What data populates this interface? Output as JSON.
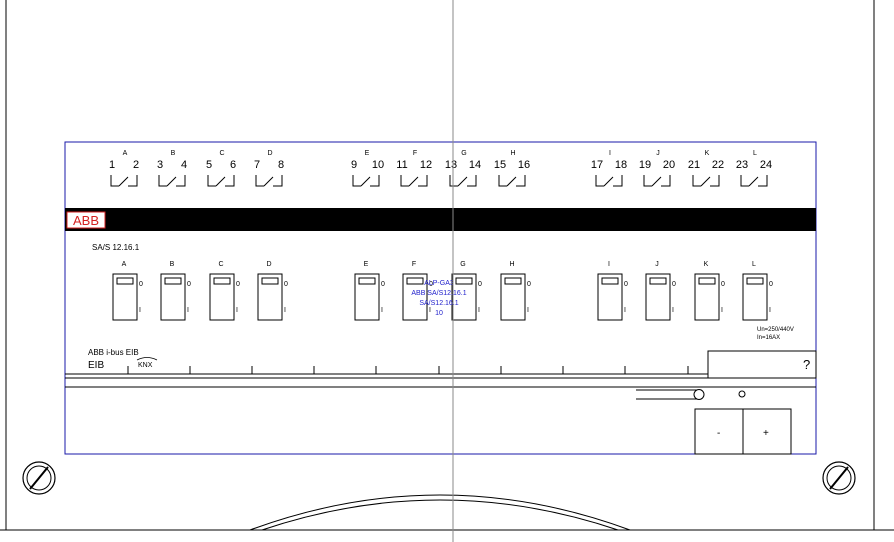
{
  "brand": {
    "logo_text": "ABB"
  },
  "device": {
    "model_label": "SA/S 12.16.1",
    "rating_voltage": "Un=250/440V",
    "rating_current": "In=16AX",
    "brand_line": "ABB i-bus EIB",
    "bus_label": "EIB",
    "knx_label": "KNX",
    "help_label": "?",
    "minus_label": "-",
    "plus_label": "+",
    "bom_lines": [
      "ALP-GA3",
      "ABB SA/S12.16.1",
      "SA/S12.16.1",
      "10"
    ]
  },
  "channels": [
    {
      "letter": "A",
      "terminals": [
        "1",
        "2"
      ]
    },
    {
      "letter": "B",
      "terminals": [
        "3",
        "4"
      ]
    },
    {
      "letter": "C",
      "terminals": [
        "5",
        "6"
      ]
    },
    {
      "letter": "D",
      "terminals": [
        "7",
        "8"
      ]
    },
    {
      "letter": "E",
      "terminals": [
        "9",
        "10"
      ]
    },
    {
      "letter": "F",
      "terminals": [
        "11",
        "12"
      ]
    },
    {
      "letter": "G",
      "terminals": [
        "13",
        "14"
      ]
    },
    {
      "letter": "H",
      "terminals": [
        "15",
        "16"
      ]
    },
    {
      "letter": "I",
      "terminals": [
        "17",
        "18"
      ]
    },
    {
      "letter": "J",
      "terminals": [
        "19",
        "20"
      ]
    },
    {
      "letter": "K",
      "terminals": [
        "21",
        "22"
      ]
    },
    {
      "letter": "L",
      "terminals": [
        "23",
        "24"
      ]
    }
  ],
  "switch_labels": {
    "off": "0",
    "on": "I"
  },
  "colors": {
    "outline": "#1a1aa8",
    "annotation": "#2222cc",
    "logo": "#d42020",
    "band": "#000000"
  }
}
